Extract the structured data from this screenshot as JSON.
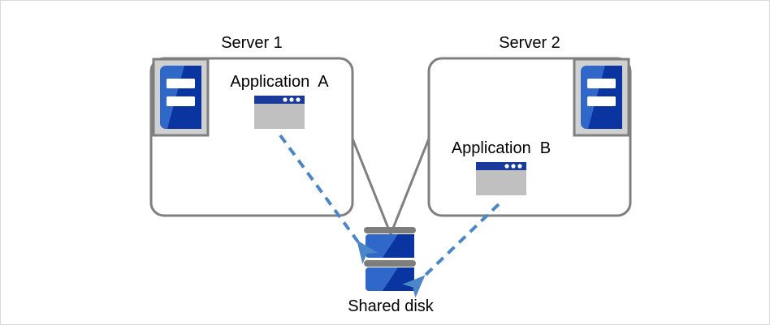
{
  "diagram": {
    "type": "shared-disk-cluster-architecture",
    "background_color": "#ffffff",
    "border_color": "#d9d9d9",
    "nodes": {
      "server1": {
        "title": "Server 1",
        "app_label": "Application  A",
        "box_color": "#7f7f7f",
        "icon_name": "server-icon"
      },
      "server2": {
        "title": "Server 2",
        "app_label": "Application  B",
        "box_color": "#7f7f7f",
        "icon_name": "server-icon"
      },
      "shared_disk": {
        "label": "Shared disk",
        "icon_name": "disk-stack-icon",
        "platter_count": 2
      }
    },
    "connections": [
      {
        "name": "server1-to-disk-link",
        "from": "server1",
        "to": "shared_disk",
        "style": "solid",
        "color": "#7f7f7f"
      },
      {
        "name": "server2-to-disk-link",
        "from": "server2",
        "to": "shared_disk",
        "style": "solid",
        "color": "#7f7f7f"
      },
      {
        "name": "application-a-access-arrow",
        "from": "Application  A",
        "to": "Shared disk",
        "style": "dashed",
        "color": "#4a86c8",
        "arrow": true
      },
      {
        "name": "application-b-access-arrow",
        "from": "Application  B",
        "to": "Shared disk",
        "style": "dashed",
        "color": "#4a86c8",
        "arrow": true
      }
    ],
    "colors": {
      "outline_gray": "#7f7f7f",
      "icon_frame_gray": "#d0d0d0",
      "icon_frame_border": "#7f7f7f",
      "blue_light": "#2f68c8",
      "blue_dark": "#0a34a0",
      "window_body_gray": "#c0c0c0",
      "window_title_blue": "#1a3a9c",
      "disk_bar_gray": "#7d7d7d",
      "arrow_blue": "#4a86c8",
      "text_color": "#000000"
    }
  }
}
